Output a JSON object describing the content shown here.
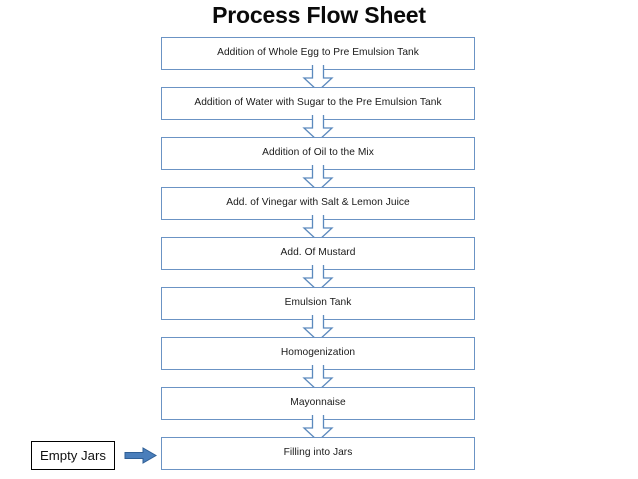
{
  "title": "Process Flow Sheet",
  "colors": {
    "box_border": "#6b93c4",
    "arrow_outline": "#5b89bd",
    "arrow_fill": "#ffffff",
    "side_arrow_fill": "#4a7ebb",
    "side_box_border": "#000000",
    "text": "#1a1a1a",
    "title_text": "#0a0a0a",
    "background": "#ffffff"
  },
  "flow": {
    "steps": [
      {
        "label": "Addition of Whole Egg to Pre Emulsion Tank"
      },
      {
        "label": "Addition of Water with Sugar to the Pre Emulsion Tank"
      },
      {
        "label": "Addition of Oil to the Mix"
      },
      {
        "label": "Add. of Vinegar with Salt & Lemon Juice"
      },
      {
        "label": "Add. Of Mustard"
      },
      {
        "label": "Emulsion Tank"
      },
      {
        "label": "Homogenization"
      },
      {
        "label": "Mayonnaise"
      },
      {
        "label": "Filling into Jars"
      }
    ],
    "connector_icon": "down-arrow-icon"
  },
  "side_input": {
    "label": "Empty Jars",
    "arrow_icon": "right-arrow-icon"
  }
}
